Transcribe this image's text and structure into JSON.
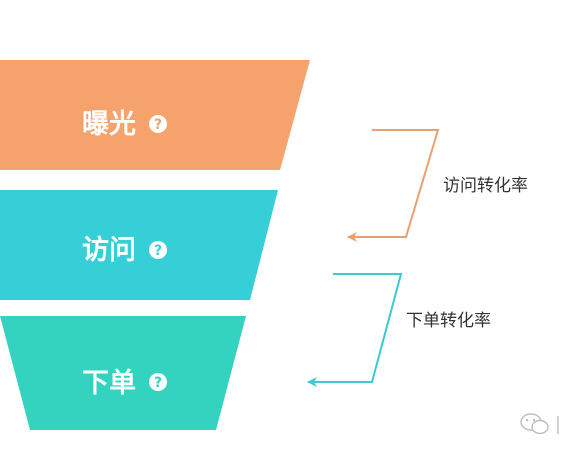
{
  "stages": [
    {
      "label": "曝光",
      "color": "#F5A26C",
      "help_icon": "question-circle-icon"
    },
    {
      "label": "访问",
      "color": "#36CFD8",
      "help_icon": "question-circle-icon"
    },
    {
      "label": "下单",
      "color": "#34D3C0",
      "help_icon": "question-circle-icon"
    }
  ],
  "conversions": [
    {
      "label": "访问转化率",
      "color": "#E8A070",
      "from": "曝光",
      "to": "访问"
    },
    {
      "label": "下单转化率",
      "color": "#3CC9D2",
      "from": "访问",
      "to": "下单"
    }
  ],
  "watermark_icon": "wechat-icon"
}
